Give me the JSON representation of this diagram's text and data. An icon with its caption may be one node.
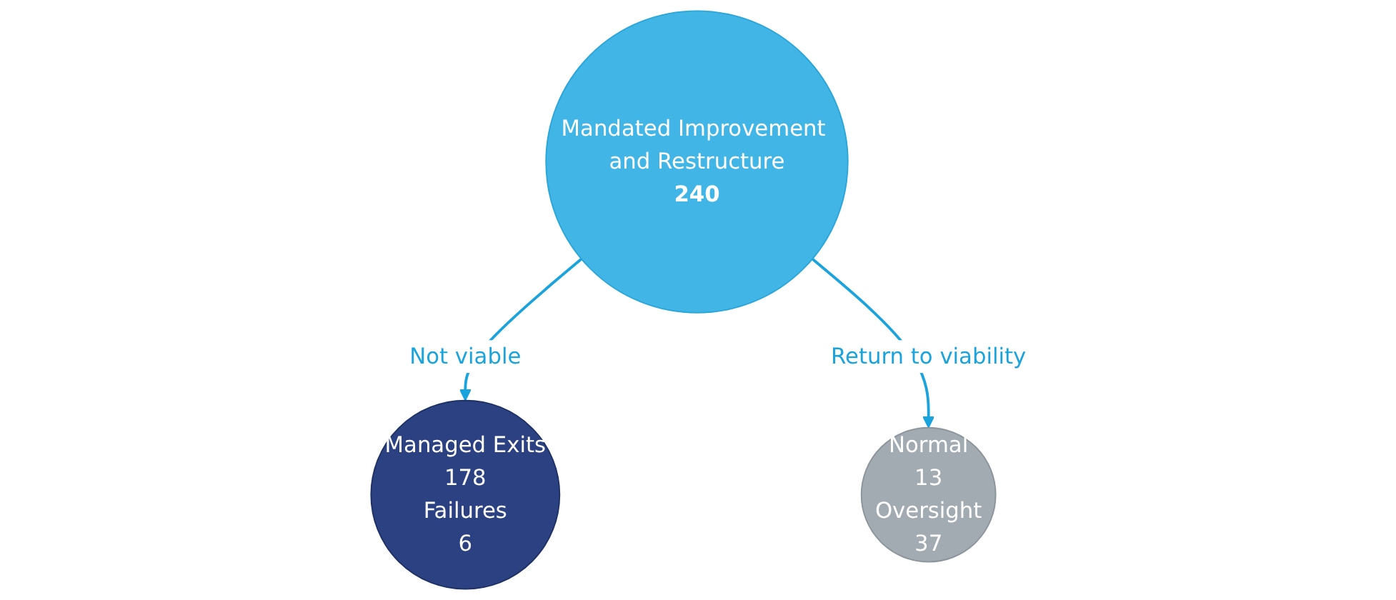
{
  "diagram": {
    "nodes": [
      {
        "text": [
          "Mandated Improvement and Restructure",
          "240"
        ]
      },
      {
        "text": [
          "Managed Exits",
          "178",
          "Failures",
          "6"
        ]
      },
      {
        "text": [
          "Normal",
          "13",
          "Oversight",
          "37"
        ]
      }
    ],
    "edges": [
      {
        "from": 0,
        "to": 1,
        "arrow": "to",
        "label": "Not viable"
      },
      {
        "from": 0,
        "to": 2,
        "arrow": "to",
        "label": "Return to viability"
      }
    ]
  }
}
